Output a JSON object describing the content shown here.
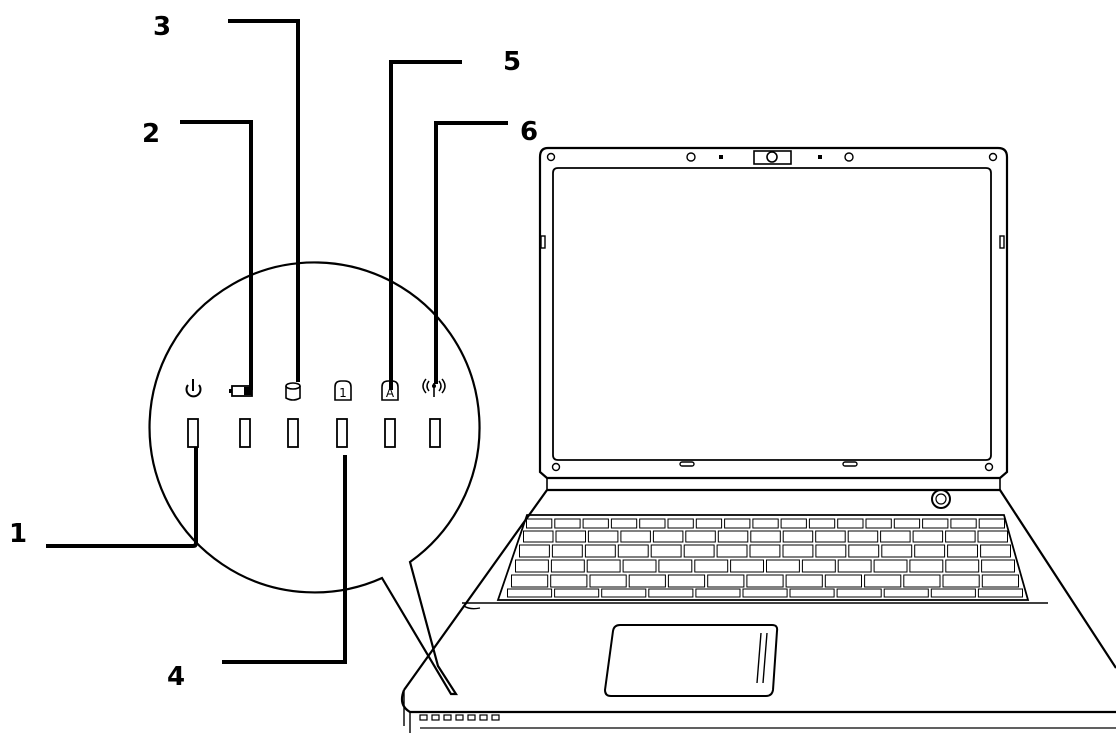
{
  "callouts": [
    {
      "label": "1",
      "icon": "power-icon"
    },
    {
      "label": "2",
      "icon": "battery-icon"
    },
    {
      "label": "3",
      "icon": "hdd-icon"
    },
    {
      "label": "4",
      "icon": "num-lock-icon"
    },
    {
      "label": "5",
      "icon": "caps-lock-icon"
    },
    {
      "label": "6",
      "icon": "wireless-icon"
    }
  ],
  "indicator_glyphs": {
    "num_lock": "1",
    "caps_lock": "A"
  }
}
